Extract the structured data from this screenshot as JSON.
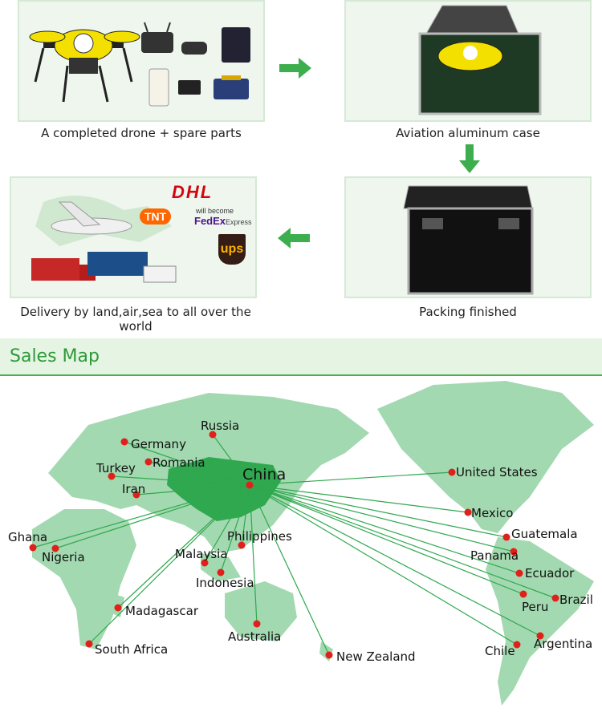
{
  "steps": [
    {
      "caption": "A completed drone + spare parts"
    },
    {
      "caption": "Aviation aluminum case"
    },
    {
      "caption": "Packing finished"
    },
    {
      "caption": "Delivery by land,air,sea to all over the world"
    }
  ],
  "carriers": {
    "dhl": "DHL",
    "tnt": "TNT",
    "will_become": "will become",
    "fedex": "FedEx",
    "fedex_express": "Express",
    "ups": "ups"
  },
  "sales_map": {
    "title": "Sales Map",
    "origin": "China",
    "countries": [
      "Russia",
      "Germany",
      "Romania",
      "Turkey",
      "Iran",
      "Ghana",
      "Nigeria",
      "Malaysia",
      "Philippines",
      "Indonesia",
      "Madagascar",
      "South Africa",
      "Australia",
      "New Zealand",
      "United States",
      "Mexico",
      "Guatemala",
      "Panama",
      "Ecuador",
      "Peru",
      "Brazil",
      "Chile",
      "Argentina"
    ]
  },
  "colors": {
    "land": "#a3d9b0",
    "highlight": "#2fa84f",
    "route": "#2fa84f",
    "dot": "#e0201b",
    "accent": "#2e9a3a"
  }
}
